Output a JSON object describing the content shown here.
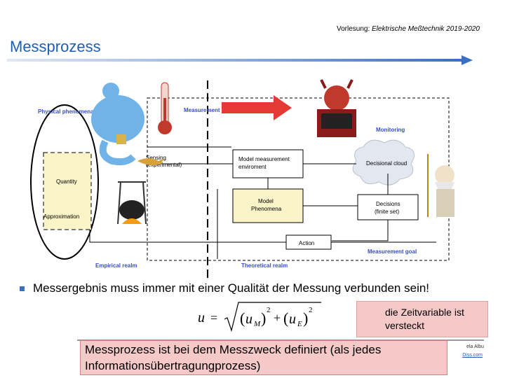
{
  "header": {
    "course_prefix": "Vorlesung: ",
    "course_italic": "Elektrische Meßtechnik 2019-2020"
  },
  "title": "Messprozess",
  "diagram": {
    "physical_phenomena": "Physical phenomena",
    "measurement_process": "Measurement process",
    "monitoring": "Monitoring",
    "sensing": "Sensing",
    "sensing_sub": "(experimental)",
    "model_env_1": "Model measurement",
    "model_env_2": "enviroment",
    "decisional_cloud": "Decisional cloud",
    "quantity": "Quantity",
    "model_1": "Model",
    "model_2": "Phenomena",
    "decisions_1": "Decisions",
    "decisions_2": "(finite set)",
    "approximation": "Approximation",
    "action": "Action",
    "measurement_goal": "Measurement goal",
    "empirical_realm": "Empirical realm",
    "theoretical_realm": "Theoretical realm"
  },
  "bullet": "Messergebnis muss immer mit einer  Qualität der Messung verbunden sein!",
  "note": {
    "line1": "die Zeitvariable ist",
    "line2": "versteckt"
  },
  "callout": {
    "line1": "Messprozess ist bei dem Messzweck definiert (als jedes",
    "line2": "Informationsübertragungprozess)"
  },
  "footer": {
    "name": "ela Albu",
    "link": "Diss.com"
  }
}
